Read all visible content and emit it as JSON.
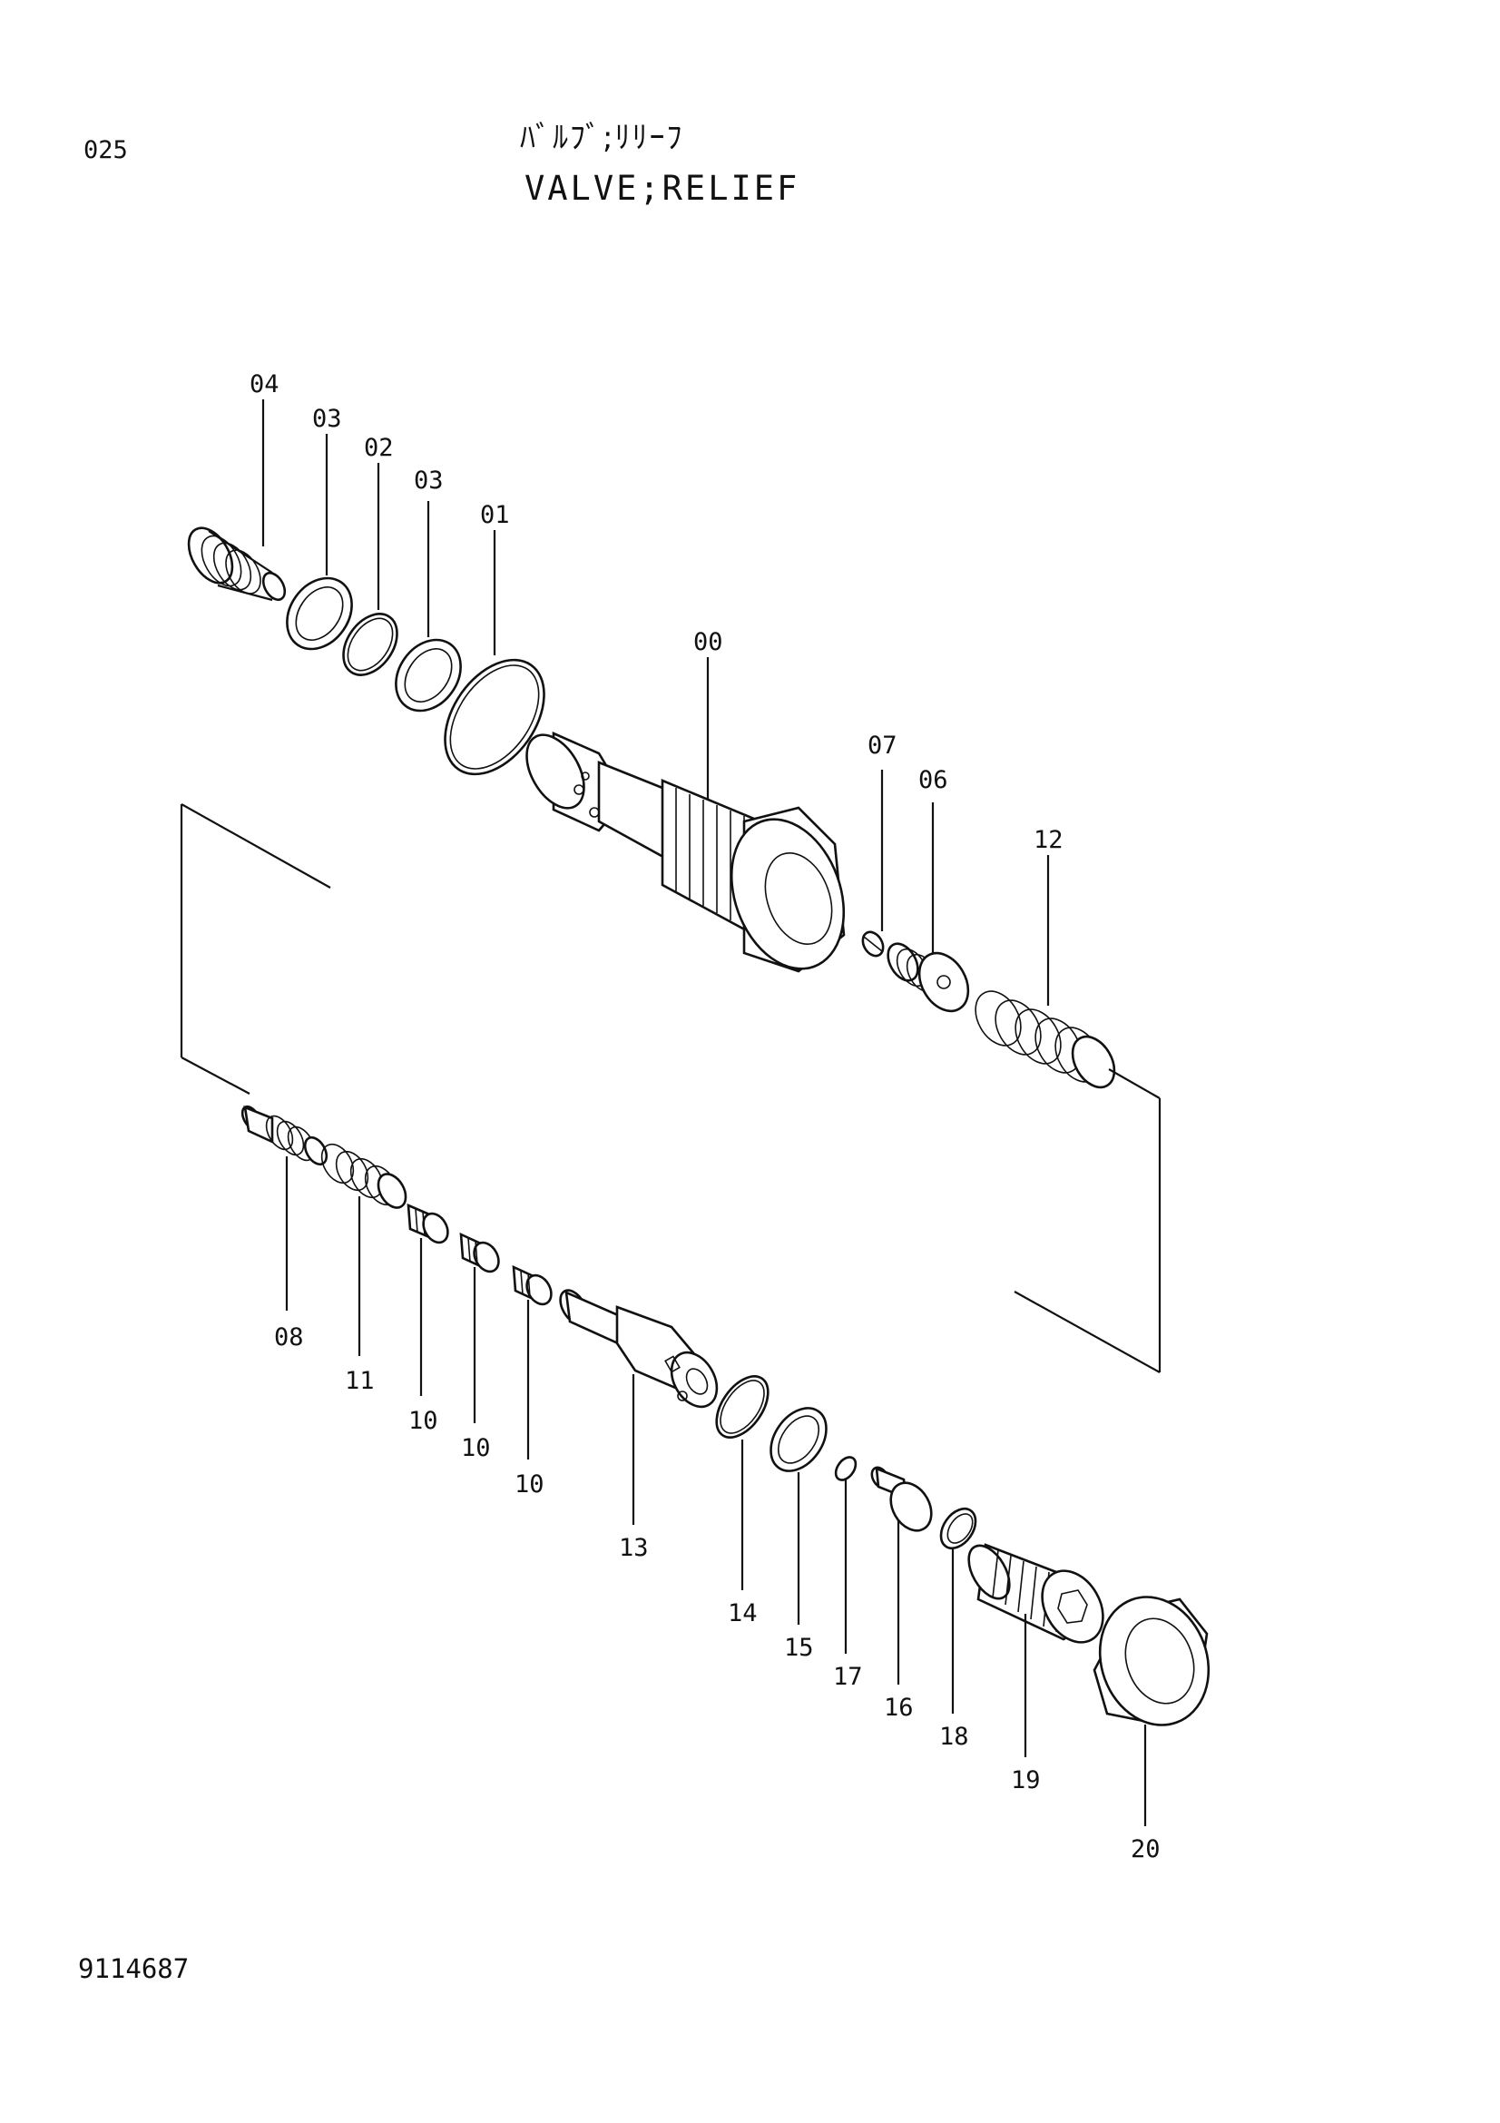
{
  "header": {
    "page_code": "025",
    "title_jp": "ﾊﾞﾙﾌﾞ;ﾘﾘｰﾌ",
    "title_en": "VALVE;RELIEF"
  },
  "footer": {
    "document_number": "9114687"
  },
  "callouts": [
    {
      "id": "c04",
      "label": "04"
    },
    {
      "id": "c03a",
      "label": "03"
    },
    {
      "id": "c02",
      "label": "02"
    },
    {
      "id": "c03b",
      "label": "03"
    },
    {
      "id": "c01",
      "label": "01"
    },
    {
      "id": "c00",
      "label": "00"
    },
    {
      "id": "c07",
      "label": "07"
    },
    {
      "id": "c06",
      "label": "06"
    },
    {
      "id": "c12",
      "label": "12"
    },
    {
      "id": "c08",
      "label": "08"
    },
    {
      "id": "c11",
      "label": "11"
    },
    {
      "id": "c10a",
      "label": "10"
    },
    {
      "id": "c10b",
      "label": "10"
    },
    {
      "id": "c10c",
      "label": "10"
    },
    {
      "id": "c13",
      "label": "13"
    },
    {
      "id": "c14",
      "label": "14"
    },
    {
      "id": "c15",
      "label": "15"
    },
    {
      "id": "c17",
      "label": "17"
    },
    {
      "id": "c16",
      "label": "16"
    },
    {
      "id": "c18",
      "label": "18"
    },
    {
      "id": "c19",
      "label": "19"
    },
    {
      "id": "c20",
      "label": "20"
    }
  ]
}
